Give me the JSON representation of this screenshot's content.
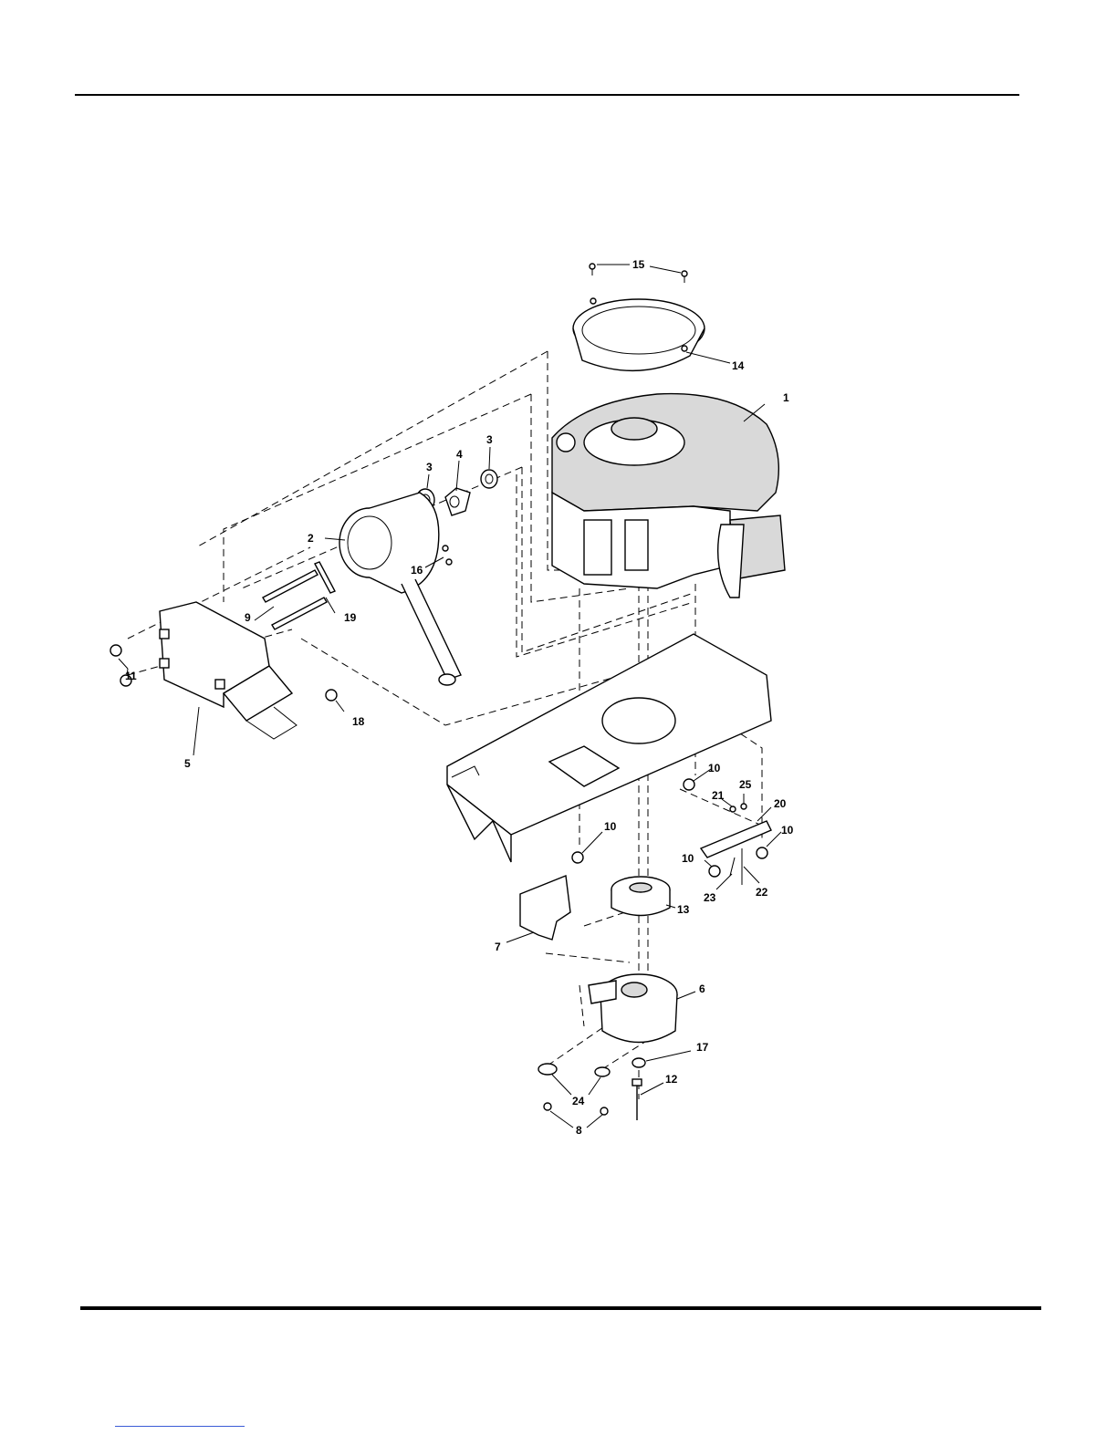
{
  "diagram": {
    "callouts": [
      {
        "id": "c1",
        "label": "1"
      },
      {
        "id": "c2",
        "label": "2"
      },
      {
        "id": "c3a",
        "label": "3"
      },
      {
        "id": "c3b",
        "label": "3"
      },
      {
        "id": "c4",
        "label": "4"
      },
      {
        "id": "c5",
        "label": "5"
      },
      {
        "id": "c6",
        "label": "6"
      },
      {
        "id": "c7",
        "label": "7"
      },
      {
        "id": "c8",
        "label": "8"
      },
      {
        "id": "c9",
        "label": "9"
      },
      {
        "id": "c10a",
        "label": "10"
      },
      {
        "id": "c10b",
        "label": "10"
      },
      {
        "id": "c10c",
        "label": "10"
      },
      {
        "id": "c10d",
        "label": "10"
      },
      {
        "id": "c11",
        "label": "11"
      },
      {
        "id": "c12",
        "label": "12"
      },
      {
        "id": "c13",
        "label": "13"
      },
      {
        "id": "c14",
        "label": "14"
      },
      {
        "id": "c15",
        "label": "15"
      },
      {
        "id": "c16",
        "label": "16"
      },
      {
        "id": "c17",
        "label": "17"
      },
      {
        "id": "c18",
        "label": "18"
      },
      {
        "id": "c19",
        "label": "19"
      },
      {
        "id": "c20",
        "label": "20"
      },
      {
        "id": "c21",
        "label": "21"
      },
      {
        "id": "c22",
        "label": "22"
      },
      {
        "id": "c23",
        "label": "23"
      },
      {
        "id": "c24",
        "label": "24"
      },
      {
        "id": "c25",
        "label": "25"
      }
    ]
  },
  "colors": {
    "ink": "#000000",
    "link": "#3b5bd6"
  }
}
